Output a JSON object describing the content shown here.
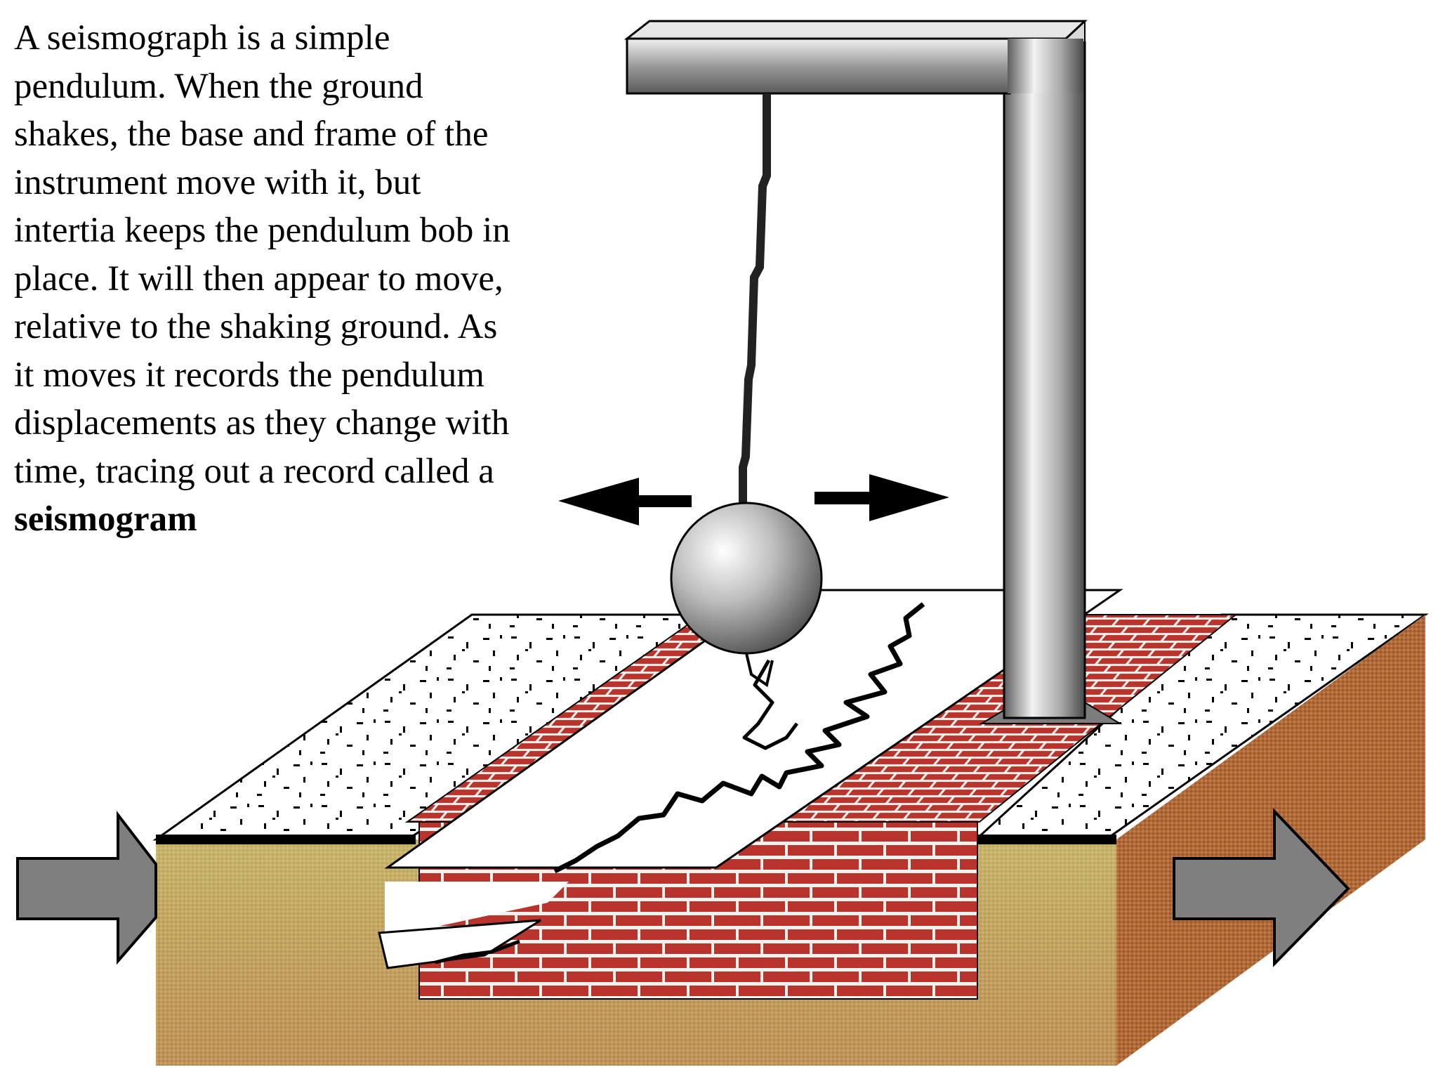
{
  "caption": {
    "lines": [
      "A seismograph is a simple",
      "pendulum. When the ground",
      "shakes, the base and frame of the",
      "instrument move with it, but",
      "intertia keeps the pendulum bob in",
      "place. It will then appear to move,",
      "relative to the shaking ground. As",
      "it moves it records the pendulum",
      "displacements as they change with",
      "time, tracing out a record called a"
    ],
    "term": "seismogram"
  },
  "colors": {
    "brick": "#b8342c",
    "mortar": "#f4f0ec",
    "soil_top": "#c9b56e",
    "soil_mid": "#bf9a5e",
    "soil_side": "#b06a3a",
    "metal_light": "#e8e8e8",
    "metal_dark": "#6e6e6e",
    "arrow_gray": "#7f7f7f",
    "ink": "#000000"
  }
}
